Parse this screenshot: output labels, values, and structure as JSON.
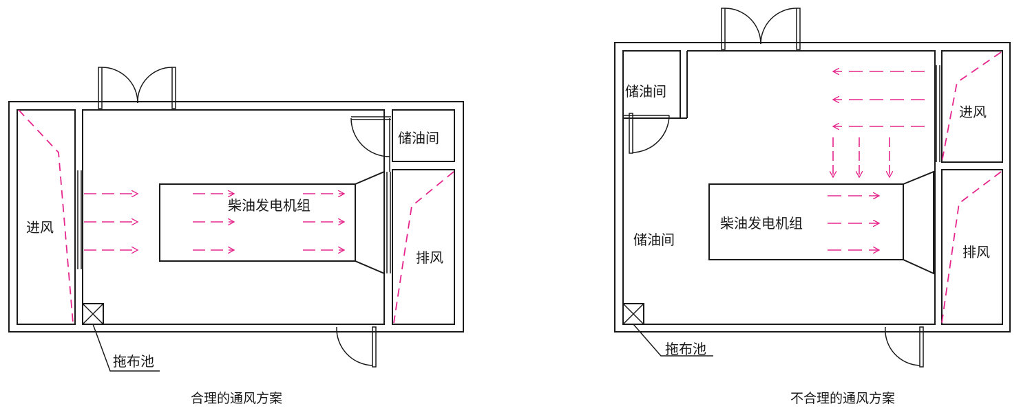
{
  "colors": {
    "airflow": "#e6268c",
    "lines": "#1a1a1a"
  },
  "left": {
    "caption": "合理的通风方案",
    "intake_label": "进风",
    "exhaust_label": "排风",
    "generator_label": "柴油发电机组",
    "oil_room_label": "储油间",
    "mop_sink_label": "拖布池"
  },
  "right": {
    "caption": "不合理的通风方案",
    "intake_label": "进风",
    "exhaust_label": "排风",
    "generator_label": "柴油发电机组",
    "oil_room_top_label": "储油间",
    "oil_room_main_label": "储油间",
    "mop_sink_label": "拖布池"
  }
}
